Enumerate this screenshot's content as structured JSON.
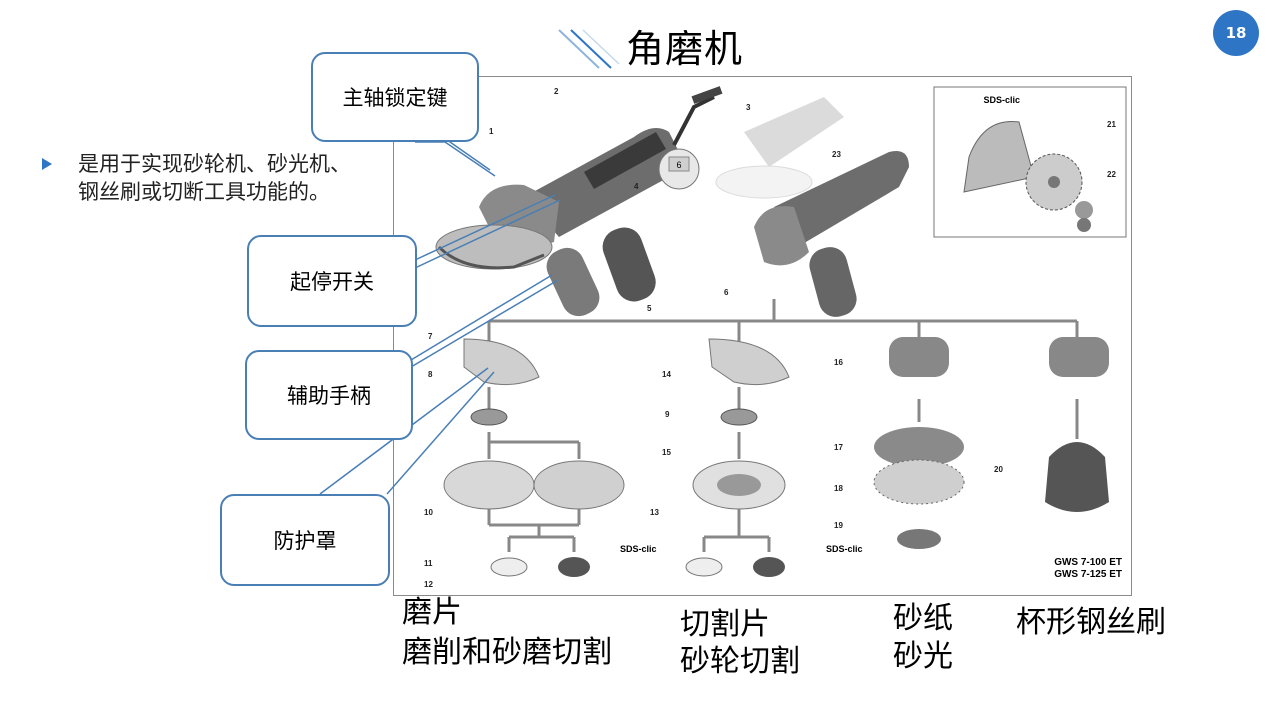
{
  "slide": {
    "title": "角磨机",
    "page_number": "18",
    "bullet": "是用于实现砂轮机、砂光机、钢丝刷或切断工具功能的。"
  },
  "callouts": {
    "spindle_lock": "主轴锁定键",
    "switch": "起停开关",
    "aux_handle": "辅助手柄",
    "guard": "防护罩"
  },
  "captions": {
    "grinding_disc": "磨片",
    "grinding_use": "磨削和砂磨切割",
    "cutting_disc": "切割片",
    "cutting_use": "砂轮切割",
    "sandpaper": "砂纸",
    "sanding": "砂光",
    "cup_brush": "杯形钢丝刷"
  },
  "diagram": {
    "model_line1": "GWS 7-100 ET",
    "model_line2": "GWS 7-125 ET",
    "sds_label": "SDS-clic",
    "part_numbers": [
      "1",
      "2",
      "3",
      "4",
      "5",
      "6",
      "7",
      "8",
      "9",
      "10",
      "11",
      "12",
      "13",
      "14",
      "15",
      "16",
      "17",
      "18",
      "19",
      "20",
      "21",
      "22",
      "23"
    ],
    "speed_dial_value": "6"
  },
  "colors": {
    "accent": "#2e75c5",
    "callout_border": "#4a7fb5"
  }
}
